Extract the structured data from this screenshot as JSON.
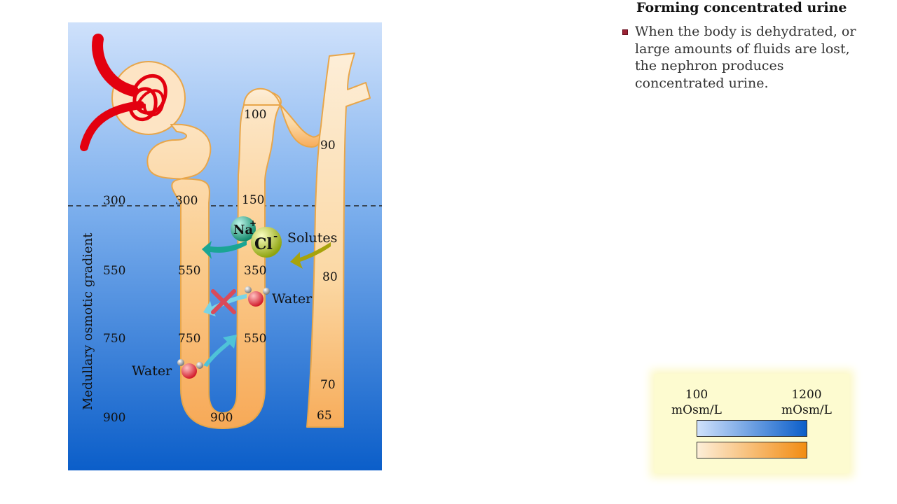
{
  "title": "Forming concentrated urine",
  "bullet": "When the body is dehydrated, or large amounts of fluids are lost, the nephron produces concentrated urine.",
  "diagram": {
    "gradient_label": "Medullary osmotic gradient",
    "gradient_values": [
      "300",
      "550",
      "750",
      "900"
    ],
    "descending_values": [
      "300",
      "550",
      "750",
      "900"
    ],
    "ascending_values": [
      "100",
      "150",
      "350",
      "550"
    ],
    "collecting_values": [
      "90",
      "80",
      "70",
      "65"
    ],
    "ions": {
      "sodium": "Na",
      "sodium_charge": "+",
      "chloride": "Cl",
      "chloride_charge": "-"
    },
    "solutes_label": "Solutes",
    "water_label_upper": "Water",
    "water_label_lower": "Water"
  },
  "legend": {
    "min_value": "100",
    "max_value": "1200",
    "unit": "mOsm/L",
    "colors": {
      "blue_low": "#cfe1fb",
      "blue_high": "#0b5ec9",
      "tubule_low": "#fdeed8",
      "tubule_high": "#f28c12"
    }
  },
  "colors": {
    "tubule_outline": "#e8a64a",
    "capillary": "#e3000f",
    "teal_arrow": "#1aa594",
    "olive_arrow": "#a7a30b",
    "cyan_arrow": "#4fc3d8",
    "cross": "#d94a5a"
  }
}
